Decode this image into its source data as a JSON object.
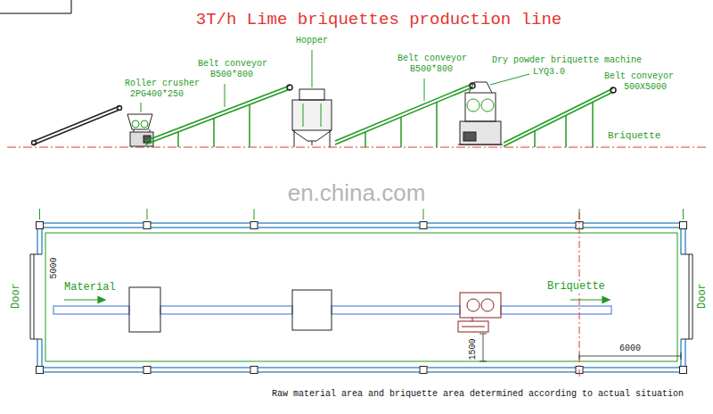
{
  "diagram": {
    "title": "3T/h Lime briquettes production line",
    "caption": "Raw material area and briquette area determined according to actual situation",
    "labels": [
      "Roller crusher",
      "2PG400*250",
      "Belt conveyor",
      "B500*800",
      "Hopper",
      "Belt conveyor",
      "B500*800",
      "Dry powder briquette machine",
      "LYQ3.0",
      "Belt conveyor",
      "500X5000",
      "Briquette",
      "en.china.com",
      "Door",
      "5000",
      "Material",
      "Briquette",
      "1500",
      "6000",
      "Door"
    ]
  }
}
